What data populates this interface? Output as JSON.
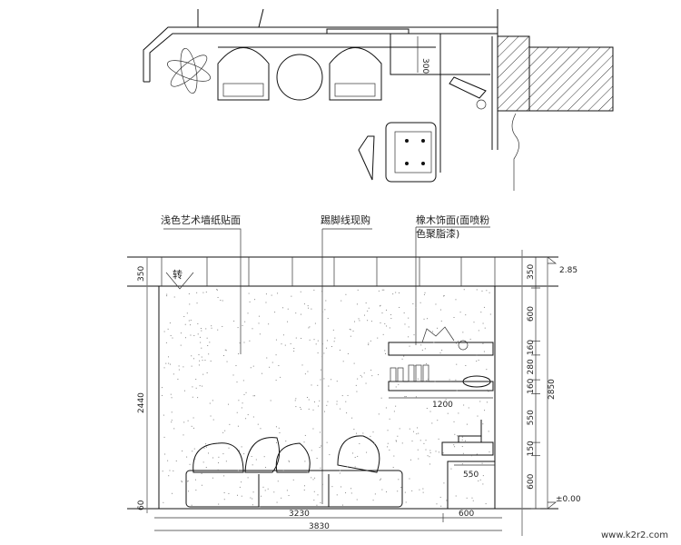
{
  "plan": {
    "dimension_label": "300"
  },
  "elevation": {
    "labels": {
      "wallpaper": "浅色艺术墙纸贴面",
      "skirting": "踢脚线现购",
      "wood_finish_line1": "橡木饰面(面喷粉",
      "wood_finish_line2": "色聚脂漆)",
      "turn_mark": "转"
    },
    "left_dimensions": [
      "350",
      "2440",
      "60"
    ],
    "right_dimensions": [
      "350",
      "600",
      "160",
      "280",
      "160",
      "550",
      "150",
      "600"
    ],
    "right_total": "2850",
    "levels": {
      "top": "2.85",
      "bottom": "±0.00"
    },
    "shelf_width": "1200",
    "cabinet_width": "550",
    "bottom_dimensions": [
      "3230",
      "600"
    ],
    "bottom_total": "3830"
  },
  "watermark": "www.k2r2.com"
}
